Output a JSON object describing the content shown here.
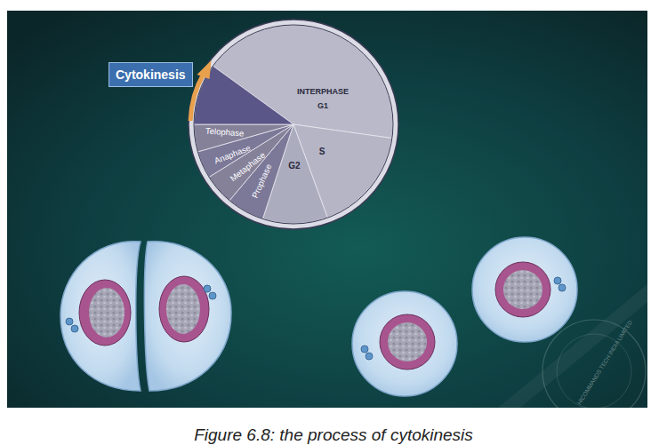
{
  "diagram": {
    "caption": "Figure 6.8: the process of cytokinesis",
    "nodes": [
      {
        "text": [
          "Cytokinesis"
        ]
      }
    ],
    "labels": [
      "INTERPHASE",
      "G1",
      "S",
      "G2",
      "Prophase",
      "Metaphase",
      "Anaphase",
      "Telophase",
      "HICOMMANDS TECH INDIA LIMITED"
    ]
  }
}
